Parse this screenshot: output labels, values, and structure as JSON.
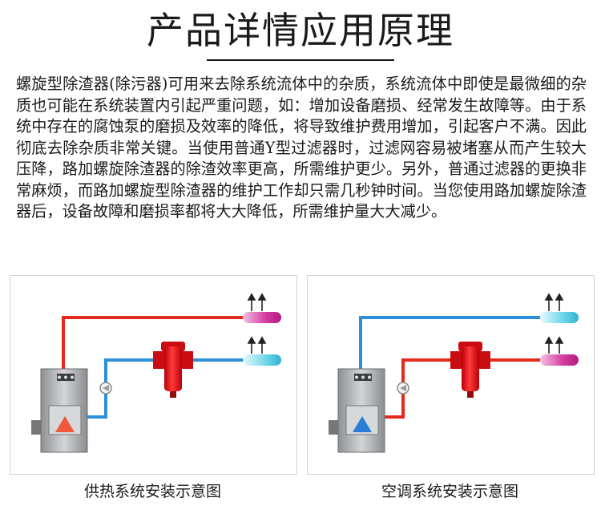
{
  "title": "产品详情应用原理",
  "paragraph": "螺旋型除渣器(除污器)可用来去除系统流体中的杂质，系统流体中即使是最微细的杂质也可能在系统装置内引起严重问题，如：增加设备磨损、经常发生故障等。由于系统中存在的腐蚀泵的磨损及效率的降低，将导致维护费用增加，引起客户不满。因此彻底去除杂质非常关键。当使用普通Y型过滤器时，过滤网容易被堵塞从而产生较大压降，路加螺旋除渣器的除渣效率更高，所需维护更少。另外，普通过滤器的更换非常麻烦，而路加螺旋型除渣器的维护工作却只需几秒钟时间。当您使用路加螺旋除渣器后，设备故障和磨损率都将大大降低，所需维护量大大减少。",
  "diagrams": [
    {
      "caption": "供热系统安装示意图",
      "mode": "heating"
    },
    {
      "caption": "空调系统安装示意图",
      "mode": "cooling"
    }
  ],
  "colors": {
    "hot_pipe": "#e32a1c",
    "cold_pipe": "#2d8fd8",
    "separator": "#e8141c",
    "boiler_body": "#b9bcbf",
    "heating_flame": "#f05a3c",
    "cooling_flame": "#2a7ed6",
    "hot_terminal": "#d63aa0",
    "cold_terminal": "#6ed6ea"
  }
}
